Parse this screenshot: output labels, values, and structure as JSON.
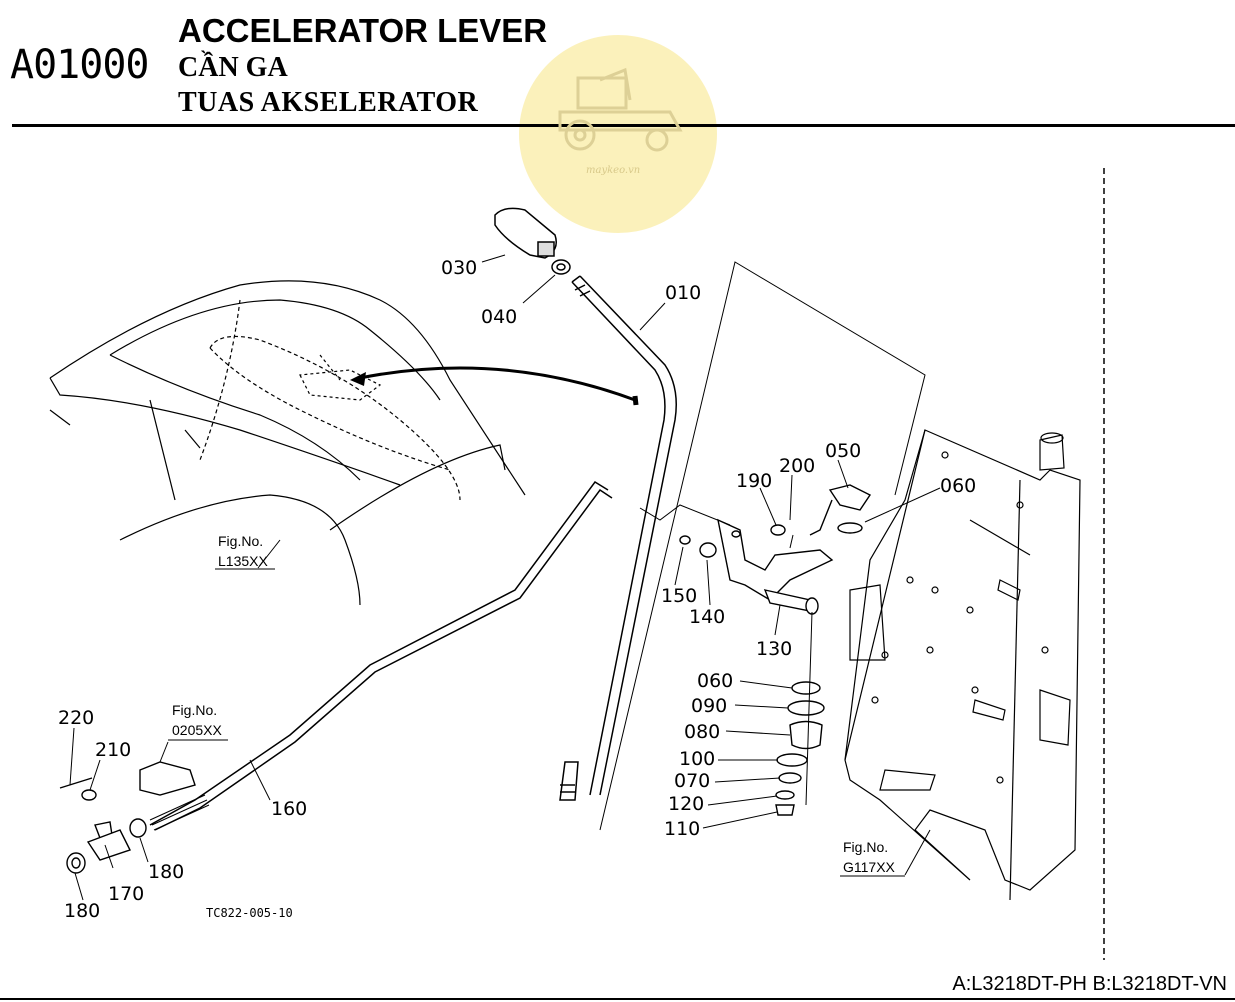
{
  "header": {
    "code": "A01000",
    "title_en": "ACCELERATOR LEVER",
    "title_vi": "CẦN GA",
    "title_id": "TUAS AKSELERATOR"
  },
  "watermark": {
    "text": "maykeo.vn",
    "color": "#fbf0b4"
  },
  "labels": {
    "p010": "010",
    "p030": "030",
    "p040": "040",
    "p050": "050",
    "p060a": "060",
    "p060b": "060",
    "p070": "070",
    "p080": "080",
    "p090": "090",
    "p100": "100",
    "p110": "110",
    "p120": "120",
    "p130": "130",
    "p140": "140",
    "p150": "150",
    "p160": "160",
    "p170": "170",
    "p180a": "180",
    "p180b": "180",
    "p190": "190",
    "p200": "200",
    "p210": "210",
    "p220": "220"
  },
  "figrefs": {
    "l135_title": "Fig.No.",
    "l135": "L135XX",
    "f0205_title": "Fig.No.",
    "f0205": "0205XX",
    "g117_title": "Fig.No.",
    "g117": "G117XX"
  },
  "drawing_code": "TC822-005-10",
  "footer": "A:L3218DT-PH B:L3218DT-VN"
}
